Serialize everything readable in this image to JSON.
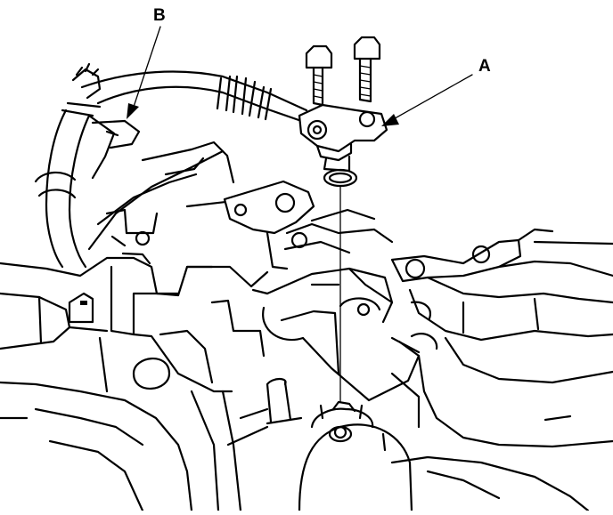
{
  "callouts": {
    "a": "A",
    "b": "B"
  },
  "parts": {
    "a": "pressure-sensor-bracket",
    "b": "hose-clamp"
  },
  "colors": {
    "line": "#000000",
    "background": "#ffffff"
  }
}
